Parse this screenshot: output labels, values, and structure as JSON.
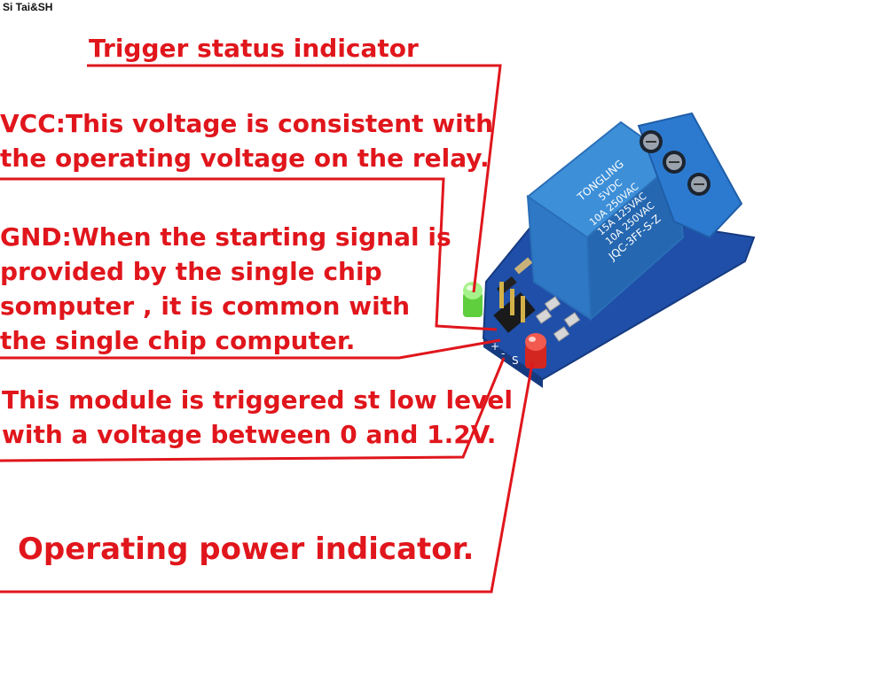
{
  "watermark": "Si Tai&SH",
  "colors": {
    "annotation": "#e0161c",
    "board": "#1f4fa8",
    "relay": "#3d8fd8",
    "led_green": "#6fe04a",
    "led_red": "#e8332e"
  },
  "labels": {
    "trigger": "Trigger status indicator",
    "vcc": [
      "VCC:This voltage is consistent with",
      "the operating voltage on the relay."
    ],
    "gnd": [
      "GND:When the starting signal is",
      "provided by the single chip",
      " somputer , it is common with",
      " the single chip computer."
    ],
    "module": [
      "This module is triggered st low level",
      "with a voltage between 0 and 1.2V."
    ],
    "power": "Operating power indicator."
  },
  "relay": {
    "brand": "TONGLING",
    "lines": [
      "5VDC",
      "10A 250VAC",
      "15A 125VAC",
      "10A 250VAC",
      "JQC-3FF-S-Z"
    ]
  },
  "board": {
    "pins": [
      "+",
      "-",
      "S"
    ]
  }
}
